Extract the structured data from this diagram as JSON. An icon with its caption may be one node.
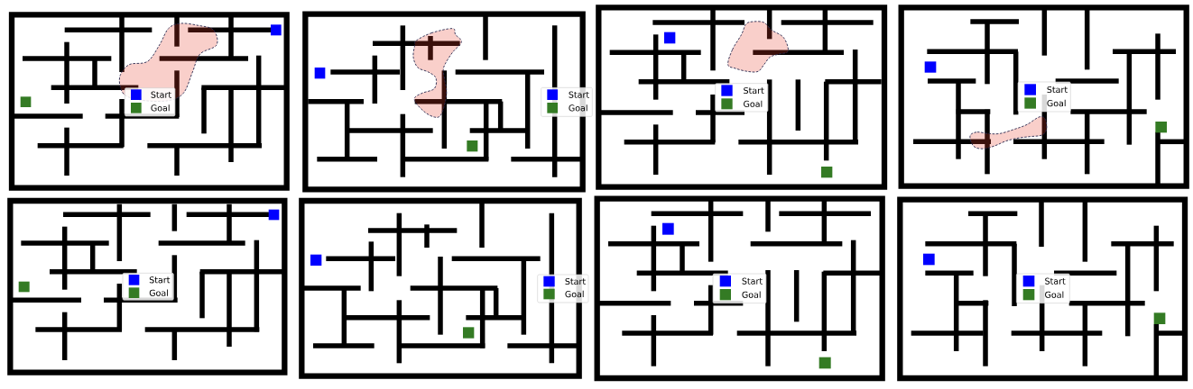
{
  "diagram": {
    "legend": [
      {
        "text": "Start",
        "color": "#0000ff"
      },
      {
        "text": "Goal",
        "color": "#347b24"
      },
      {
        "text": "Start",
        "color": "#0000ff"
      },
      {
        "text": "Goal",
        "color": "#347b24"
      },
      {
        "text": "Start",
        "color": "#0000ff"
      },
      {
        "text": "Goal",
        "color": "#347b24"
      },
      {
        "text": "Start",
        "color": "#0000ff"
      },
      {
        "text": "Goal",
        "color": "#347b24"
      },
      {
        "text": "Start",
        "color": "#0000ff"
      },
      {
        "text": "Goal",
        "color": "#347b24"
      },
      {
        "text": "Start",
        "color": "#0000ff"
      },
      {
        "text": "Goal",
        "color": "#347b24"
      },
      {
        "text": "Start",
        "color": "#0000ff"
      },
      {
        "text": "Goal",
        "color": "#347b24"
      },
      {
        "text": "Start",
        "color": "#0000ff"
      },
      {
        "text": "Goal",
        "color": "#347b24"
      }
    ]
  }
}
